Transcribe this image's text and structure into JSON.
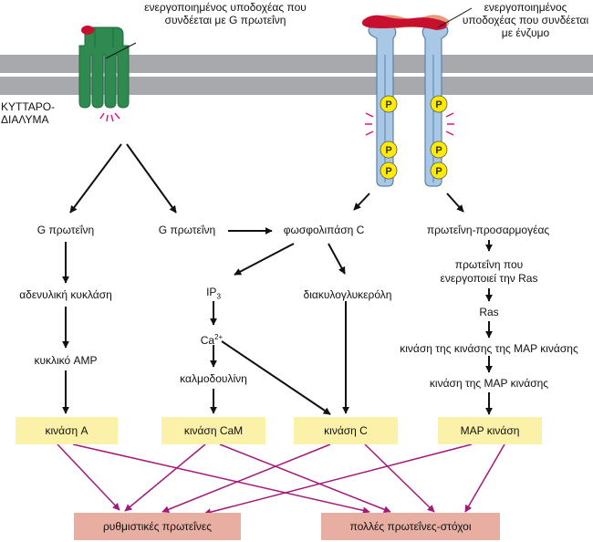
{
  "captions": {
    "gpcr": "ενεργοποιημένος υποδοχέας που συνδέεται με G πρωτεΐνη",
    "rtk": "ενεργοποιημένος υποδοχέας που συνδέεται με ένζυμο",
    "cytosol": "ΚΥΤΤΑΡΟ-\nΔΙΑΛΥΜΑ"
  },
  "phospho_label": "P",
  "nodes": {
    "g_protein_1": "G πρωτεΐνη",
    "g_protein_2": "G πρωτεΐνη",
    "plc": "φωσφολιπάση C",
    "adaptor": "πρωτεΐνη-προσαρμογέας",
    "adenylyl_cyclase": "αδενυλική κυκλάση",
    "ip3_base": "IP",
    "ip3_sub": "3",
    "dag": "διακυλογλυκερόλη",
    "ras_activator_1": "πρωτεΐνη που",
    "ras_activator_2": "ενεργοποιεί την Ras",
    "ras": "Ras",
    "ca_base": "Ca",
    "ca_sup": "2+",
    "camp": "κυκλικό AMP",
    "mapkkk": "κινάση της κινάσης της MAP κινάσης",
    "calmodulin": "καλμοδουλίνη",
    "mapkk": "κινάση της MAP κινάσης"
  },
  "kinases": {
    "pka": "κινάση A",
    "camk": "κινάση CaM",
    "pkc": "κινάση C",
    "mapk": "MAP κινάση"
  },
  "targets": {
    "regulatory": "ρυθμιστικές πρωτεΐνες",
    "many_targets": "πολλές πρωτεΐνες-στόχοι"
  },
  "colors": {
    "membrane": "#a7a9ac",
    "gpcr_receptor": "#2e8a50",
    "rtk_receptor": "#a8c8e6",
    "ligand_red": "#c8102e",
    "ligand_orange": "#e39a7d",
    "phosphate": "#ffeb00",
    "activation_glow": "#e0177f",
    "kinase_box": "#fbf1a9",
    "target_box": "#e9aea2",
    "target_arrow": "#a3197a",
    "arrow": "#111111"
  }
}
